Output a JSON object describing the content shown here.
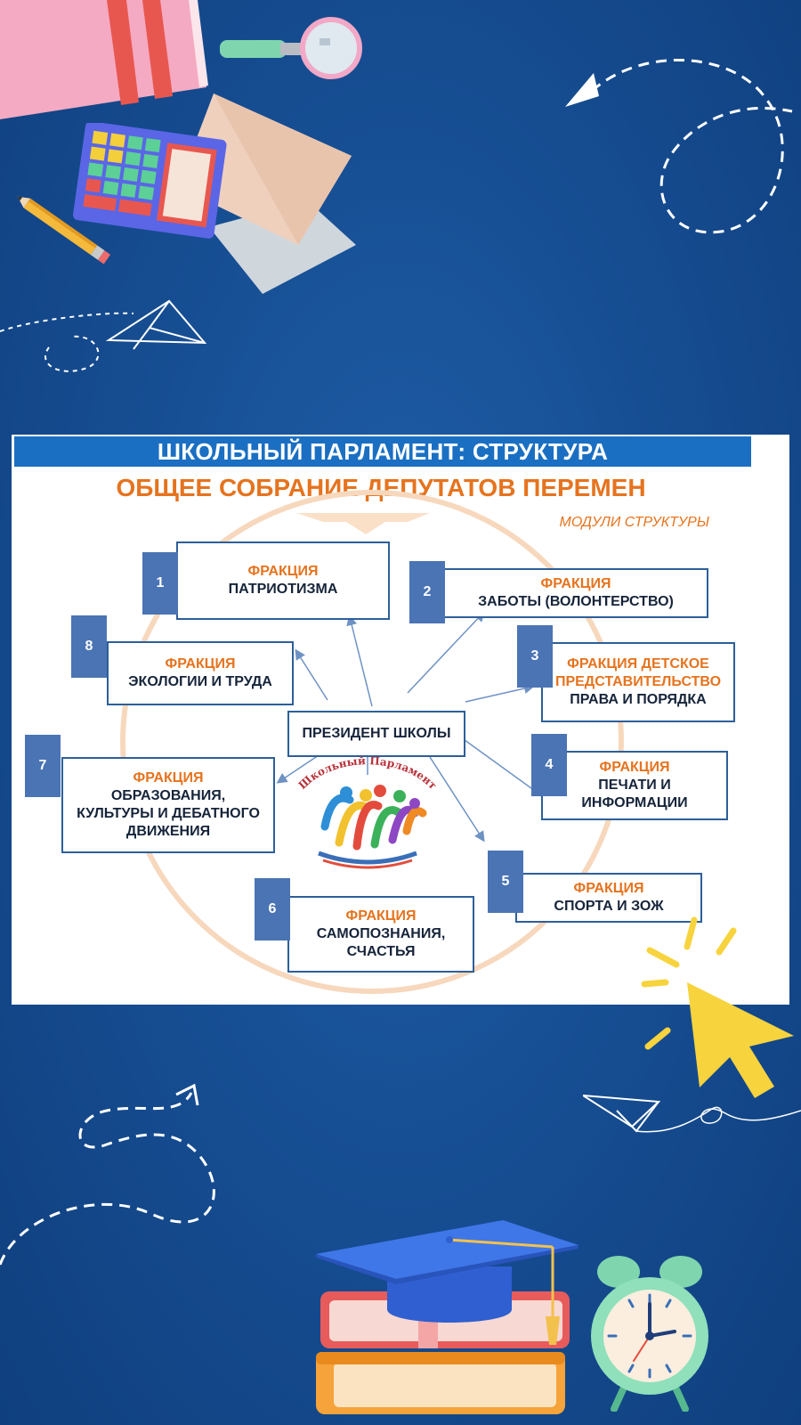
{
  "diagram": {
    "header": "ШКОЛЬНЫЙ ПАРЛАМЕНТ: СТРУКТУРА",
    "assembly": "ОБЩЕЕ СОБРАНИЕ ДЕПУТАТОВ ПЕРЕМЕН",
    "modules_label": "МОДУЛИ СТРУКТУРЫ",
    "president": "ПРЕЗИДЕНТ  ШКОЛЫ",
    "logo_text": "Школьный Парламент",
    "factions": [
      {
        "number": "1",
        "lines": [
          "ФРАКЦИЯ",
          "ПАТРИОТИЗМА"
        ]
      },
      {
        "number": "2",
        "lines": [
          "ФРАКЦИЯ",
          "ЗАБОТЫ (ВОЛОНТЕРСТВО)"
        ]
      },
      {
        "number": "3",
        "lines": [
          "ФРАКЦИЯ ДЕТСКОЕ",
          "ПРЕДСТАВИТЕЛЬСТВО",
          "ПРАВА И ПОРЯДКА"
        ]
      },
      {
        "number": "4",
        "lines": [
          "ФРАКЦИЯ",
          "ПЕЧАТИ И",
          "ИНФОРМАЦИИ"
        ]
      },
      {
        "number": "5",
        "lines": [
          "ФРАКЦИЯ",
          "СПОРТА И ЗОЖ"
        ]
      },
      {
        "number": "6",
        "lines": [
          "ФРАКЦИЯ",
          "САМОПОЗНАНИЯ,",
          "СЧАСТЬЯ"
        ]
      },
      {
        "number": "7",
        "lines": [
          "ФРАКЦИЯ",
          "ОБРАЗОВАНИЯ,",
          "КУЛЬТУРЫ И ДЕБАТНОГО",
          "ДВИЖЕНИЯ"
        ]
      },
      {
        "number": "8",
        "lines": [
          "ФРАКЦИЯ",
          "ЭКОЛОГИИ  И ТРУДА"
        ]
      }
    ]
  },
  "colors": {
    "background": "#174f94",
    "header_bar": "#1b6fc2",
    "accent_orange": "#e6731e",
    "box_border": "#2d5f99",
    "badge": "#4a74b4",
    "cursor": "#f7d33e"
  },
  "icons": [
    "notebook-icon",
    "magnifier-icon",
    "calculator-icon",
    "pencil-icon",
    "envelope-icon",
    "paper-plane-icon",
    "dashed-arrow-icon",
    "cursor-icon",
    "graduation-cap-icon",
    "books-icon",
    "alarm-clock-icon"
  ]
}
